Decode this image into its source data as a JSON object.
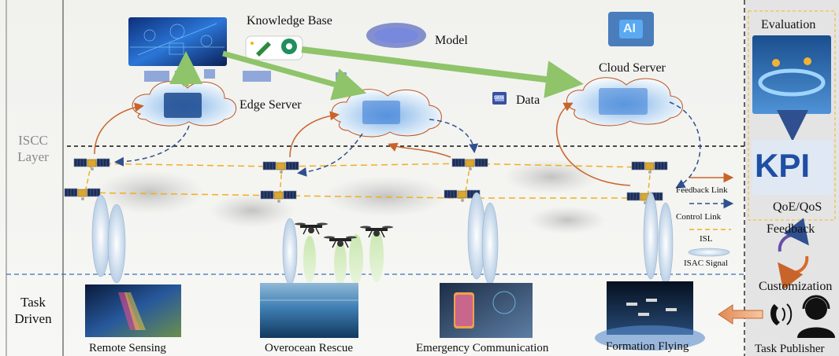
{
  "layers": {
    "iscc": "ISCC Layer",
    "task": "Task Driven"
  },
  "top": {
    "knowledge_base": "Knowledge Base",
    "model": "Model",
    "edge_server": "Edge Server",
    "data": "Data",
    "cloud_server": "Cloud Server",
    "ai_badge": "AI",
    "data_badge": "DATA"
  },
  "legend": {
    "feedback_link": "Feedback Link",
    "control_link": "Control Link",
    "isl": "ISL",
    "isac_signal": "ISAC Signal"
  },
  "tasks": [
    {
      "label": "Remote Sensing"
    },
    {
      "label": "Overocean Rescue"
    },
    {
      "label": "Emergency Communication"
    },
    {
      "label": "Formation Flying"
    }
  ],
  "sidebar": {
    "evaluation": "Evaluation",
    "kpi": "KPI",
    "qoe_qos": "QoE/QoS",
    "feedback": "Feedback",
    "customization": "Customization",
    "task_publisher": "Task Publisher"
  },
  "colors": {
    "feedback_arrow": "#c8642a",
    "control_arrow": "#2f4f8f",
    "isl": "#f0b020",
    "knowledge_arrow": "#8fc46a",
    "sidebar_bg": "#e4e4e4"
  }
}
